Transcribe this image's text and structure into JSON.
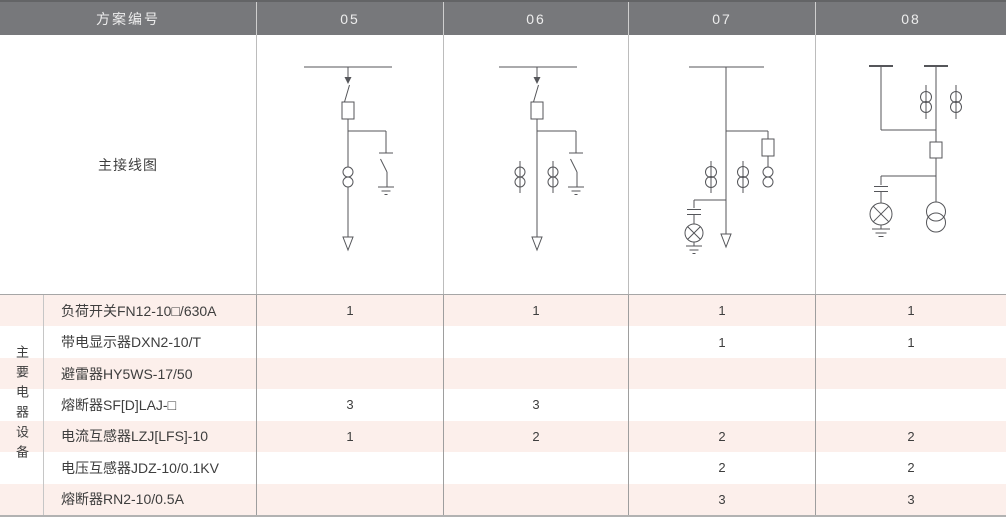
{
  "header": {
    "scheme_label": "方案编号",
    "columns": [
      "05",
      "06",
      "07",
      "08"
    ]
  },
  "diagram_row": {
    "label": "主接线图",
    "diagrams": [
      {
        "scheme": "05",
        "description": "busbar, load-switch, fuse, earthing-switch branch, one current-transformer on feeder, outgoing arrow"
      },
      {
        "scheme": "06",
        "description": "busbar, load-switch, fuse, earthing-switch branch, two current-transformers, outgoing arrow"
      },
      {
        "scheme": "07",
        "description": "busbar, feeder with two current-transformers, fuse with voltage-transformer branch, live-display lamp branch with ground, outgoing arrow"
      },
      {
        "scheme": "08",
        "description": "two busbar stubs, two current-transformers, fuse, live-display lamp branch with ground, voltage-transformer"
      }
    ]
  },
  "equipment": {
    "group_label": "主要电器设备",
    "rows": [
      {
        "name": "负荷开关FN12-10□/630A",
        "values": [
          "1",
          "1",
          "1",
          "1"
        ]
      },
      {
        "name": "带电显示器DXN2-10/T",
        "values": [
          "",
          "",
          "1",
          "1"
        ]
      },
      {
        "name": "避雷器HY5WS-17/50",
        "values": [
          "",
          "",
          "",
          ""
        ]
      },
      {
        "name": "熔断器SF[D]LAJ-□",
        "values": [
          "3",
          "3",
          "",
          ""
        ]
      },
      {
        "name": "电流互感器LZJ[LFS]-10",
        "values": [
          "1",
          "2",
          "2",
          "2"
        ]
      },
      {
        "name": "电压互感器JDZ-10/0.1KV",
        "values": [
          "",
          "",
          "2",
          "2"
        ]
      },
      {
        "name": "熔断器RN2-10/0.5A",
        "values": [
          "",
          "",
          "3",
          "3"
        ]
      }
    ]
  },
  "colors": {
    "header_bg": "#77787b",
    "header_text": "#ededed",
    "row_pink": "#fcefeb",
    "row_white": "#ffffff",
    "line_gray": "#9e9e9e",
    "diagram_stroke": "#55565a",
    "text": "#3e3e3e"
  }
}
